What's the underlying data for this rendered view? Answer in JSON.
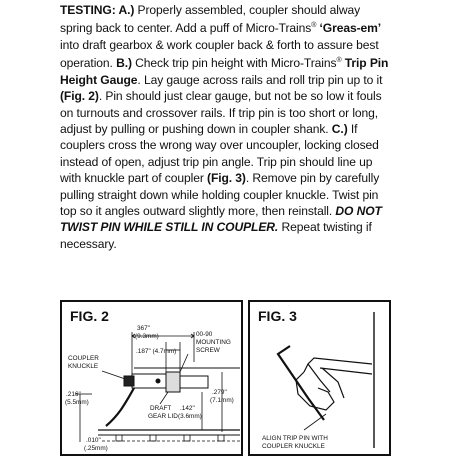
{
  "testing": {
    "heading": "TESTING: A.)",
    "a1": " Properly assembled, coupler should alway spring back to center. Add a puff of Micro-Trains",
    "reg": "®",
    "grease_product": "‘Greas-em’",
    "a2": " into draft gearbox & work coupler back & forth to assure best operation. ",
    "b_label": "B.)",
    "b1": " Check trip pin height with Micro-Trains",
    "gauge_product": " Trip Pin Height Gauge",
    "b2": ". Lay gauge across rails and roll trip pin up to it ",
    "fig2_ref": "(Fig. 2)",
    "b3": ". Pin should just clear gauge, but not be so low it fouls on turnouts and crossover rails. If trip pin is too short or long, adjust by pulling or pushing down in coupler shank. ",
    "c_label": "C.)",
    "c1": " If couplers cross the wrong way over uncoupler, locking closed instead of open, adjust trip pin angle. Trip pin should line up with knuckle part of coupler ",
    "fig3_ref": "(Fig. 3)",
    "c2": ". Remove pin by carefully pulling straight down while holding coupler knuckle. Twist pin top so it angles outward slightly more, then reinstall. ",
    "warning": "DO NOT TWIST PIN WHILE STILL IN COUPLER.",
    "c3": " Repeat twisting if necessary."
  },
  "fig2": {
    "title": "FIG. 2",
    "dim_367": "367\"",
    "dim_93": "(9.3mm)",
    "dim_187": ".187\" (4.7mm)",
    "screw_1": "00-90",
    "screw_2": "MOUNTING",
    "screw_3": "SCREW",
    "coupler_1": "COUPLER",
    "coupler_2": "KNUCKLE",
    "dim_216": ".216\"",
    "dim_55": "(5.5mm)",
    "dim_279": ".279\"",
    "dim_71": "(7.1mm)",
    "dim_142": ".142\"",
    "dim_36": "(3.6mm)",
    "draft_1": "DRAFT",
    "draft_2": "GEAR LID",
    "dim_010": ".010\"",
    "dim_025": "(.25mm)"
  },
  "fig3": {
    "title": "FIG. 3",
    "caption_1": "ALIGN TRIP PIN WITH",
    "caption_2": "COUPLER KNUCKLE"
  }
}
